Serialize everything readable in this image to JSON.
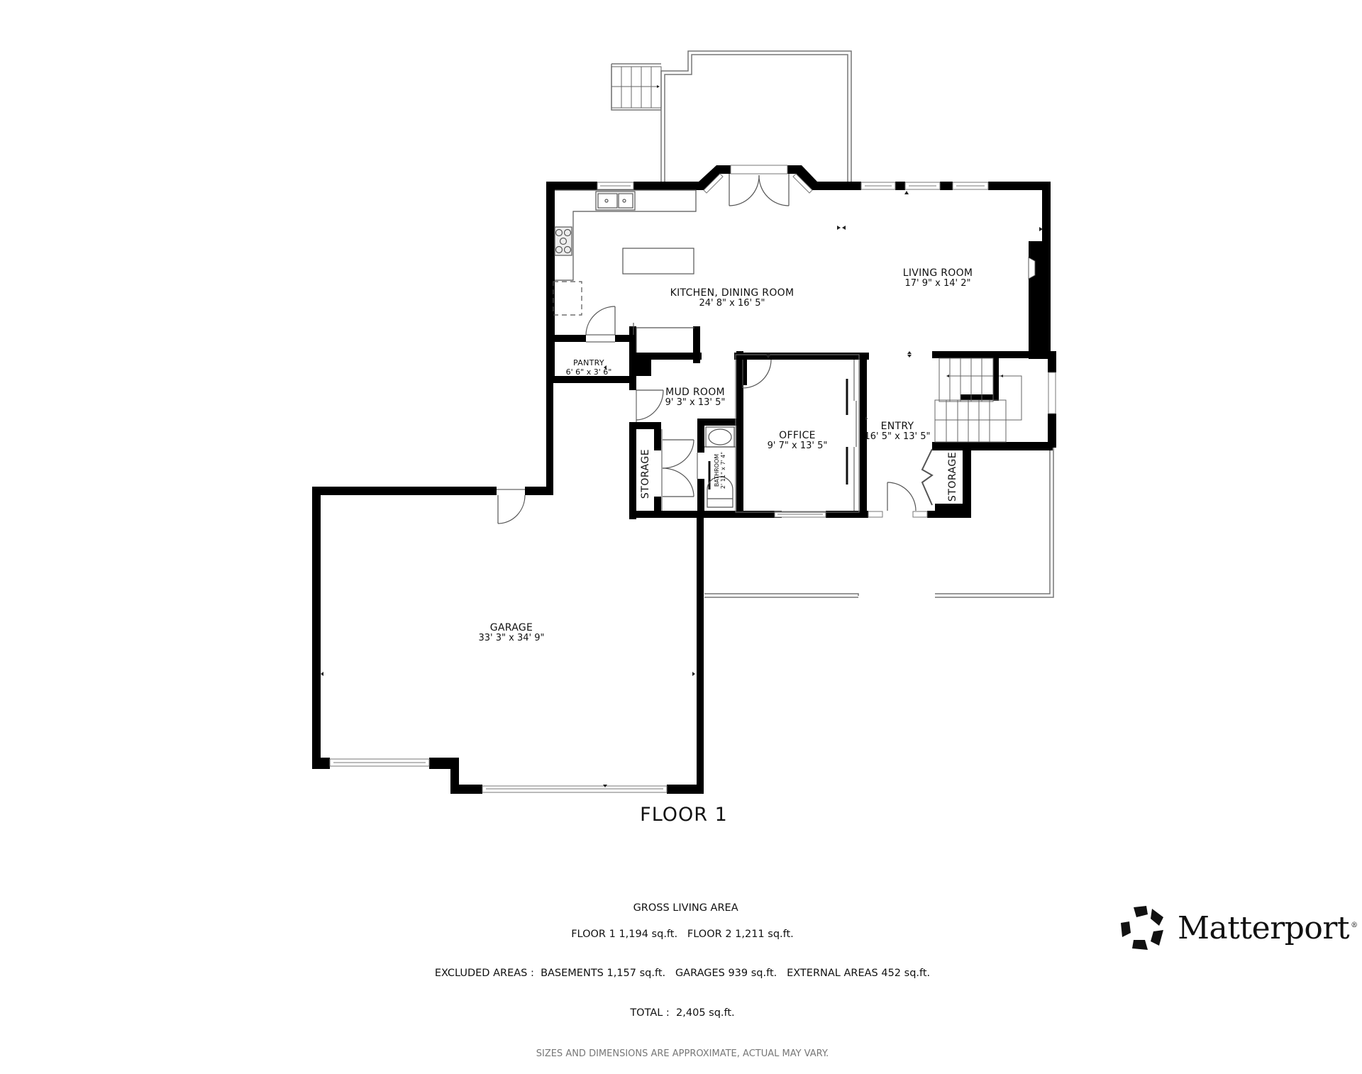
{
  "floor": {
    "title": "FLOOR 1"
  },
  "rooms": [
    {
      "id": "kitchen-dining",
      "name": "KITCHEN, DINING ROOM",
      "dimensions": "24' 8\" x 16' 5\""
    },
    {
      "id": "living-room",
      "name": "LIVING ROOM",
      "dimensions": "17' 9\" x 14' 2\""
    },
    {
      "id": "pantry",
      "name": "PANTRY",
      "dimensions": "6' 6\" x 3' 6\""
    },
    {
      "id": "mud-room",
      "name": "MUD ROOM",
      "dimensions": "9' 3\" x 13' 5\""
    },
    {
      "id": "office",
      "name": "OFFICE",
      "dimensions": "9' 7\" x 13' 5\""
    },
    {
      "id": "entry",
      "name": "ENTRY",
      "dimensions": "16' 5\" x 13' 5\""
    },
    {
      "id": "bathroom",
      "name": "BATHROOM",
      "dimensions": "2' 11\" x 7' 4\""
    },
    {
      "id": "storage-west",
      "name": "STORAGE",
      "dimensions": ""
    },
    {
      "id": "storage-east",
      "name": "STORAGE",
      "dimensions": ""
    },
    {
      "id": "garage",
      "name": "GARAGE",
      "dimensions": "33' 3\" x 34' 9\""
    }
  ],
  "summary": {
    "heading": "GROSS LIVING AREA",
    "line1": "FLOOR 1 1,194 sq.ft.   FLOOR 2 1,211 sq.ft.",
    "line2": "EXCLUDED AREAS :  BASEMENTS 1,157 sq.ft.   GARAGES 939 sq.ft.   EXTERNAL AREAS 452 sq.ft.",
    "line3": "TOTAL :  2,405 sq.ft.",
    "disclaimer": "SIZES AND DIMENSIONS ARE APPROXIMATE, ACTUAL MAY VARY."
  },
  "areas": {
    "floor_1_sqft": 1194,
    "floor_2_sqft": 1211,
    "basements_sqft": 1157,
    "garages_sqft": 939,
    "external_areas_sqft": 452,
    "total_sqft": 2405
  },
  "brand": {
    "name": "Matterport",
    "registered_mark": "®",
    "logo_icon": "matterport-pinwheel-icon"
  },
  "colors": {
    "wall": "#000000",
    "line": "#555555",
    "text": "#111111",
    "disclaimer": "#777777",
    "background": "#ffffff"
  }
}
